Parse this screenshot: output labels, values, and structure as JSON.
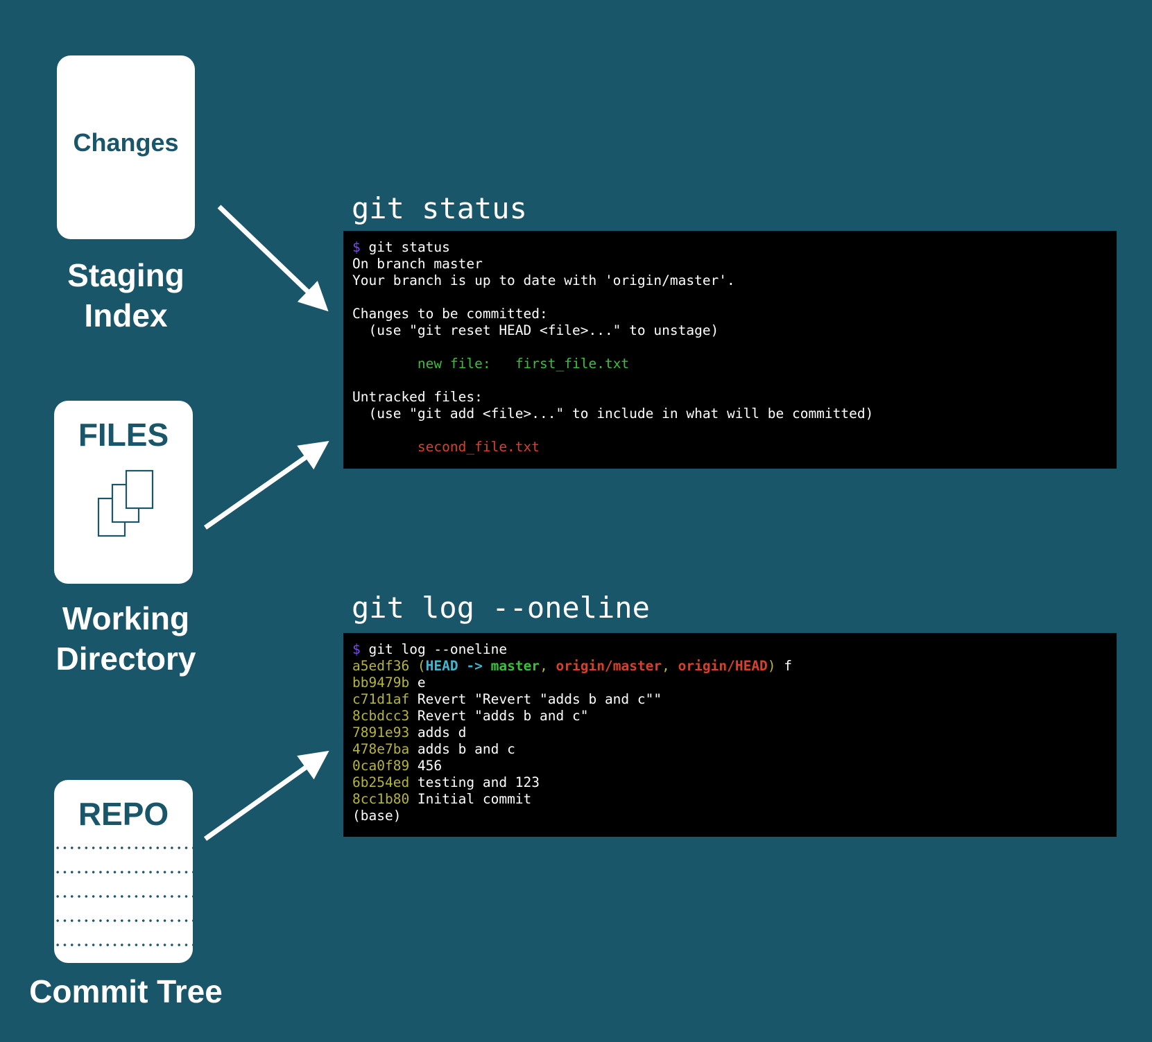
{
  "staging": {
    "card_label": "Changes",
    "caption_line1": "Staging",
    "caption_line2": "Index"
  },
  "working": {
    "card_label": "FILES",
    "icon": "files-stack-icon",
    "caption_line1": "Working",
    "caption_line2": "Directory"
  },
  "repo": {
    "card_label": "REPO",
    "caption": "Commit Tree"
  },
  "status": {
    "heading": "git status",
    "prompt": "$",
    "command": "git status",
    "lines": {
      "branch": "On branch master",
      "uptodate": "Your branch is up to date with 'origin/master'.",
      "to_commit": "Changes to be committed:",
      "reset_hint": "  (use \"git reset HEAD <file>...\" to unstage)",
      "new_file_label": "        new file:   ",
      "new_file_name": "first_file.txt",
      "untracked": "Untracked files:",
      "add_hint": "  (use \"git add <file>...\" to include in what will be committed)",
      "untracked_file": "        second_file.txt"
    }
  },
  "log": {
    "heading": "git log --oneline",
    "prompt": "$",
    "command": "git log --oneline",
    "head": {
      "hash": "a5edf36",
      "open": " (",
      "head": "HEAD",
      "arrow": " -> ",
      "master": "master",
      "sep1": ", ",
      "origin_master": "origin/master",
      "sep2": ", ",
      "origin_head": "origin/HEAD",
      "close": ")",
      "message": " f"
    },
    "commits": [
      {
        "hash": "bb9479b",
        "message": " e"
      },
      {
        "hash": "c71d1af",
        "message": " Revert \"Revert \"adds b and c\"\""
      },
      {
        "hash": "8cbdcc3",
        "message": " Revert \"adds b and c\""
      },
      {
        "hash": "7891e93",
        "message": " adds d"
      },
      {
        "hash": "478e7ba",
        "message": " adds b and c"
      },
      {
        "hash": "0ca0f89",
        "message": " 456"
      },
      {
        "hash": "6b254ed",
        "message": " testing and 123"
      },
      {
        "hash": "8cc1b80",
        "message": " Initial commit"
      }
    ],
    "trailer": "(base)"
  },
  "colors": {
    "background": "#1a5669",
    "card": "#ffffff",
    "terminal": "#000000",
    "hash": "#b5b53a",
    "green": "#3cbf3c",
    "red": "#d8402e",
    "cyan": "#3fb6d0",
    "prompt": "#7a4cf0"
  }
}
